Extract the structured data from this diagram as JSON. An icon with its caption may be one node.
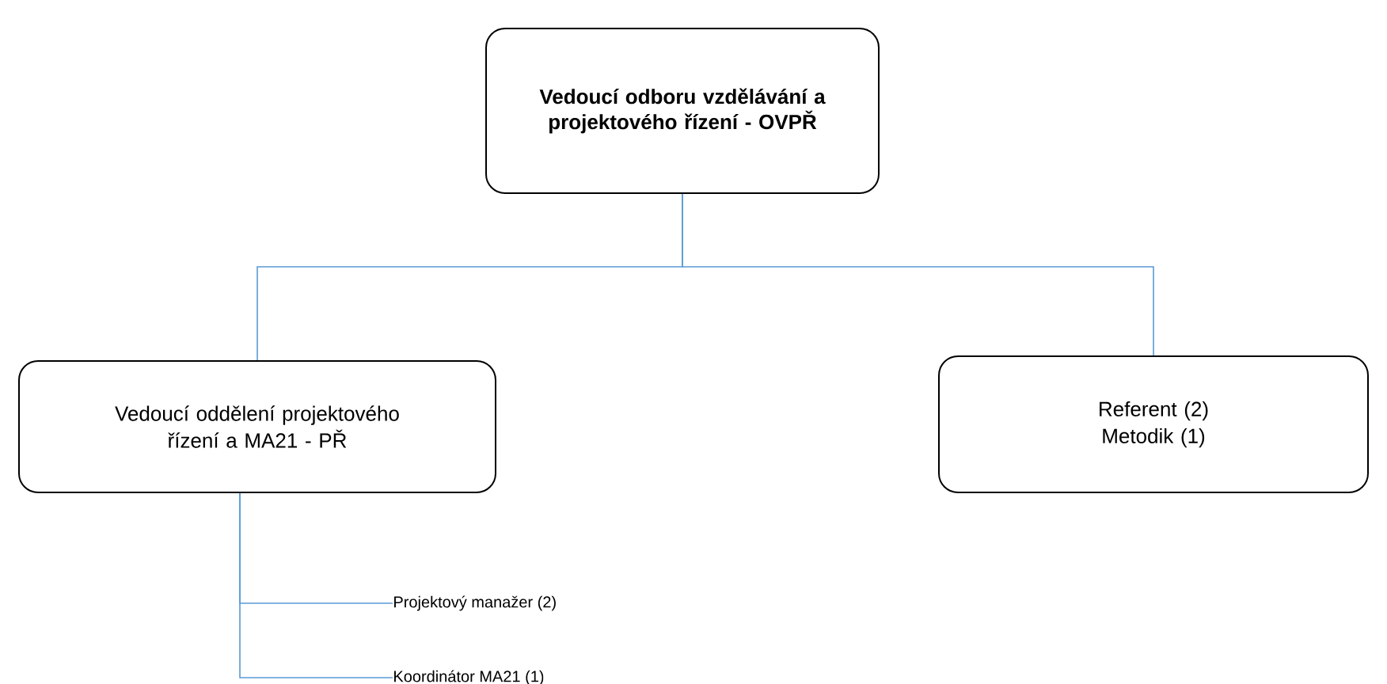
{
  "diagram": {
    "nodes": [
      {
        "text": [
          "Vedoucí odboru vzdělávání a projektového řízení - OVPŘ"
        ]
      },
      {
        "text": [
          "Vedoucí oddělení projektového řízení a MA21 - PŘ"
        ]
      },
      {
        "text": [
          "Referent (2)",
          "Metodik (1)"
        ]
      },
      {
        "text": [
          "Projektový manažer (2)"
        ]
      },
      {
        "text": [
          "Koordinátor MA21 (1)"
        ]
      }
    ],
    "edges": [
      {
        "from": 0,
        "to": 1,
        "arrow": "none"
      },
      {
        "from": 0,
        "to": 2,
        "arrow": "none"
      },
      {
        "from": 1,
        "to": 3,
        "arrow": "none"
      },
      {
        "from": 1,
        "to": 4,
        "arrow": "none"
      }
    ]
  }
}
